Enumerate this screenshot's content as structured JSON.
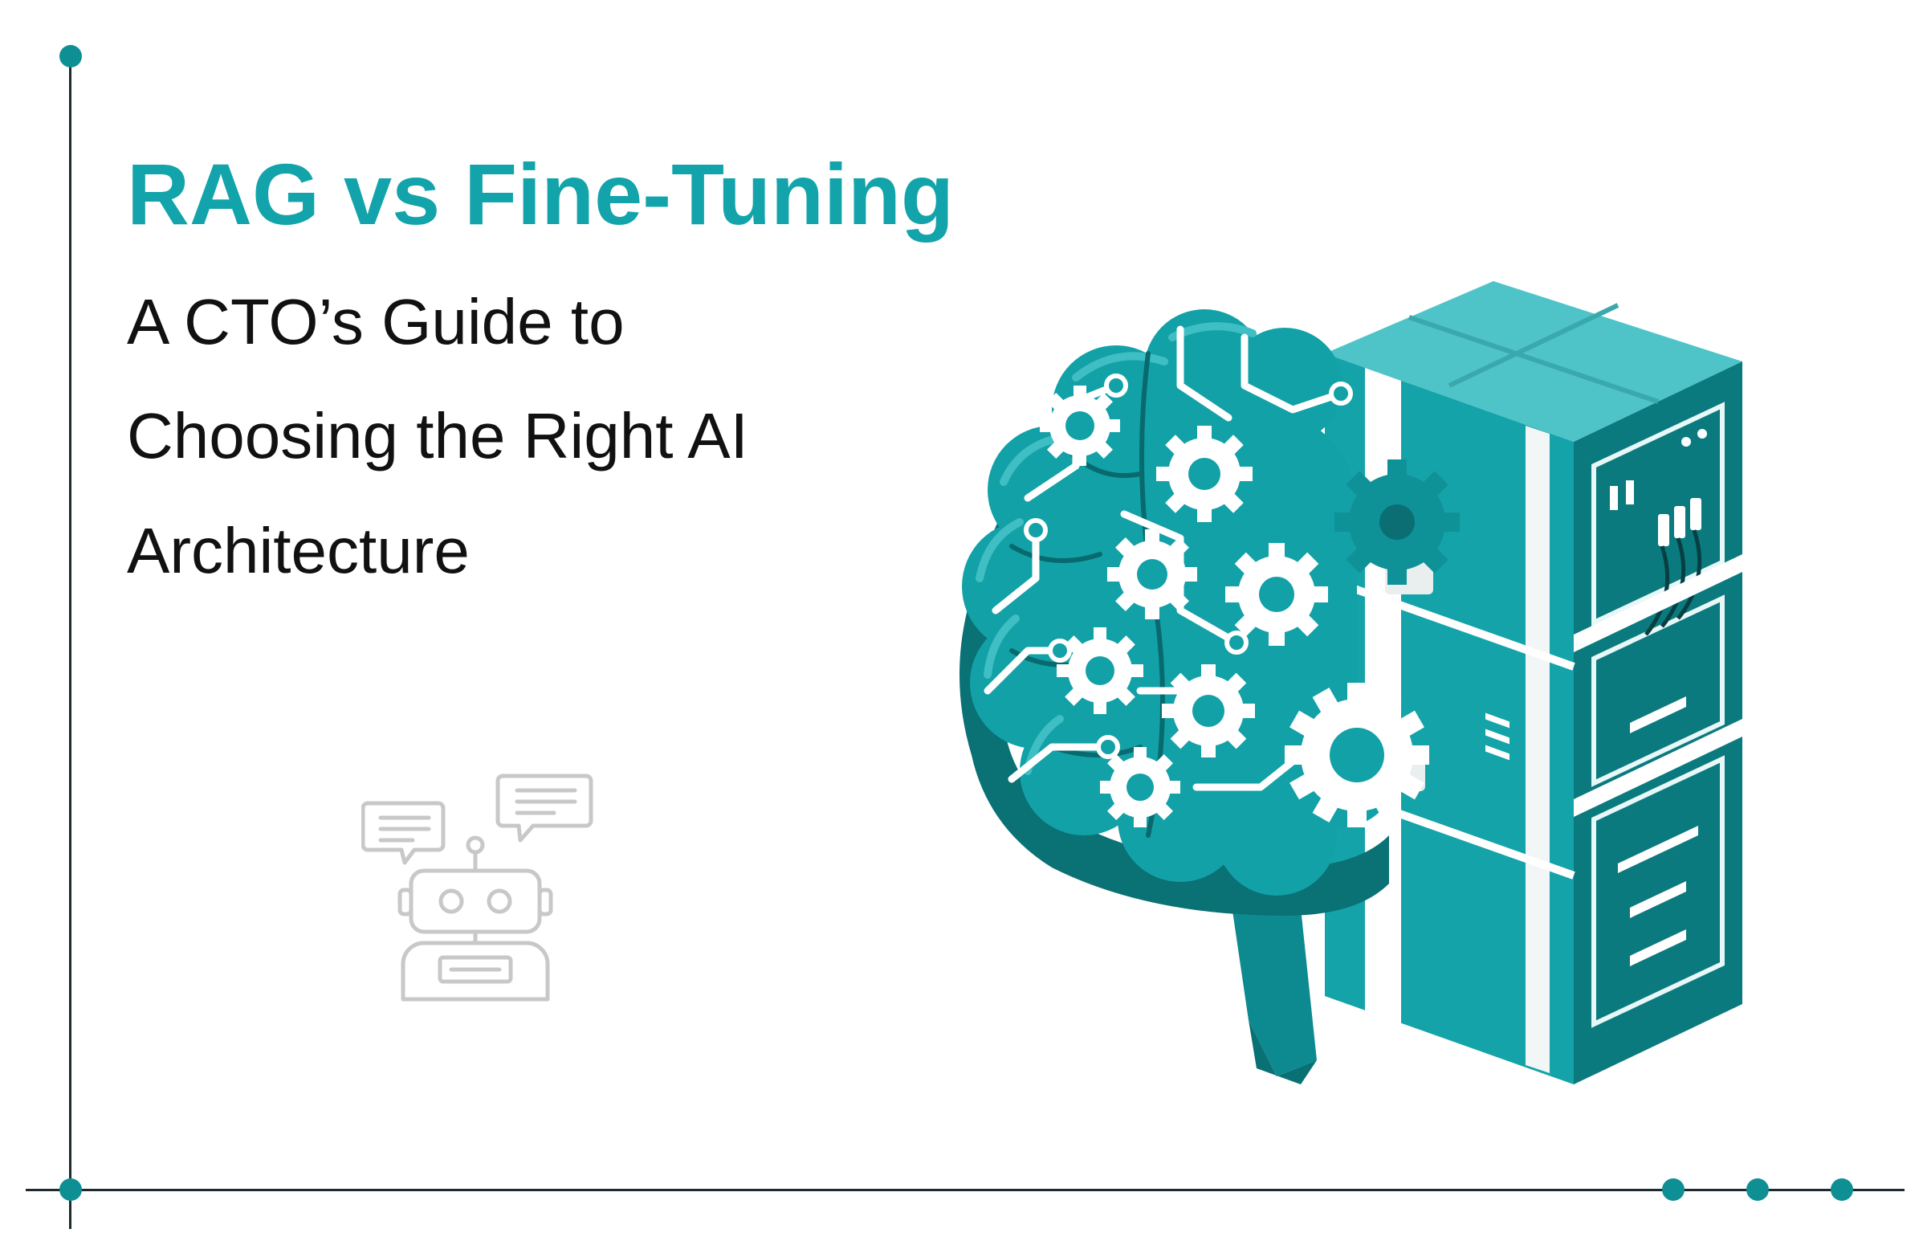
{
  "heading": {
    "title": "RAG vs Fine-Tuning",
    "subtitle_lines": [
      "A CTO’s Guide to",
      "Choosing the Right AI",
      "Architecture"
    ]
  },
  "colors": {
    "accent": "#12a4aa",
    "teal": "#12a0a6",
    "teal_dark": "#0b7579",
    "line": "#1e2a2d",
    "icon_gray": "#c8c8c8"
  },
  "icons": {
    "robot": "robot-chat-icon",
    "illustration": "brain-server-illustration"
  }
}
